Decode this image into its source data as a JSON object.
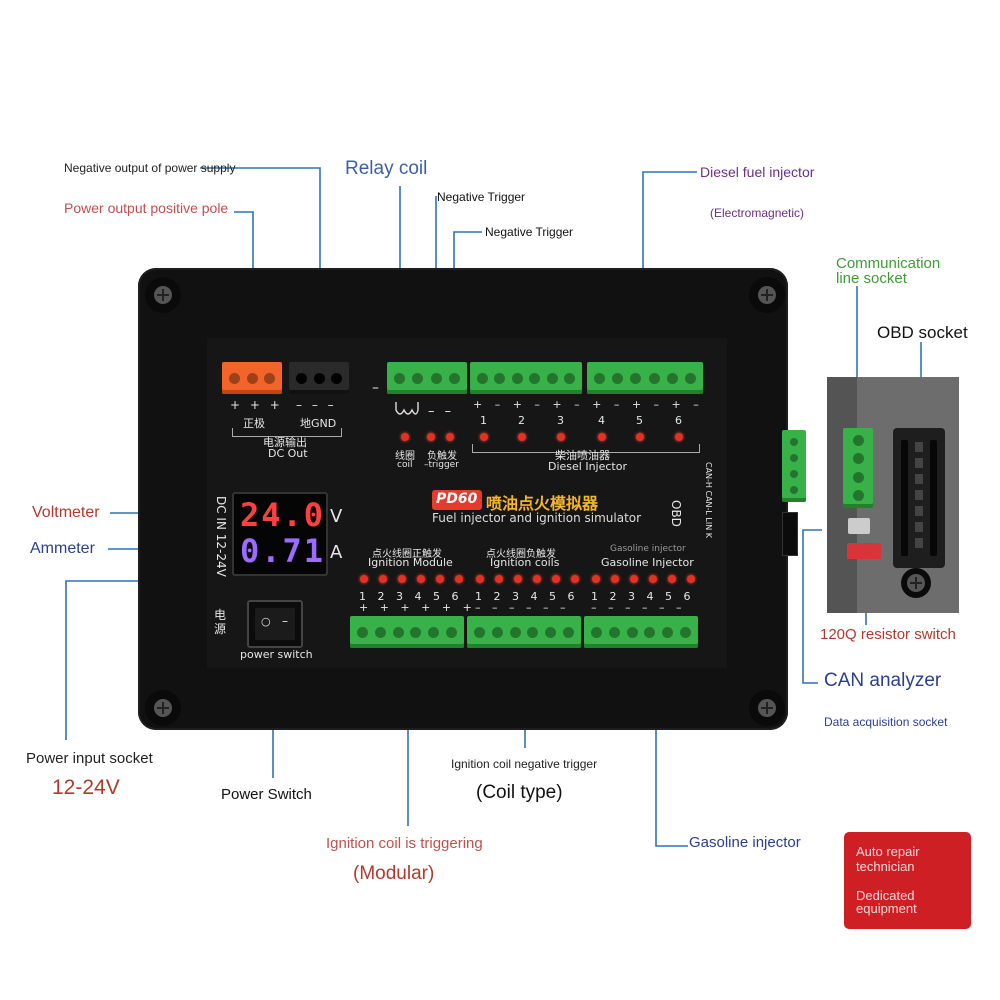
{
  "callouts": {
    "neg_output": "Negative output of power supply",
    "pos_output": "Power output positive pole",
    "relay_coil": "Relay coil",
    "neg_trigger_1": "Negative Trigger",
    "neg_trigger_2": "Negative Trigger",
    "diesel_injector": "Diesel fuel injector",
    "electromagnetic": "(Electromagnetic)",
    "comm_socket_line1": "Communication",
    "comm_socket_line2": "line socket",
    "obd_socket": "OBD socket",
    "voltmeter": "Voltmeter",
    "ammeter": "Ammeter",
    "resistor_switch": "120Q resistor switch",
    "can_analyzer": "CAN analyzer",
    "data_acq": "Data acquisition socket",
    "power_input": "Power input socket",
    "power_input_volt": "12-24V",
    "power_switch": "Power Switch",
    "ign_neg": "Ignition coil negative trigger",
    "coil_type": "(Coil type)",
    "ign_modular": "Ignition coil is triggering",
    "modular": "(Modular)",
    "gasoline_injector": "Gasoline injector"
  },
  "badge": {
    "line1": "Auto repair",
    "line2": "technician",
    "line3": "Dedicated",
    "line4": "equipment"
  },
  "device": {
    "model": "PD60",
    "title_cn": "喷油点火模拟器",
    "subtitle": "Fuel injector and ignition simulator",
    "volts": "24.0",
    "volt_unit": "V",
    "amps": "0.71",
    "amp_unit": "A",
    "dc_in": "DC IN 12-24V",
    "power_cn": "电源",
    "power_switch": "power switch",
    "pos_cn": "正极",
    "gnd": "地GND",
    "power_out_cn": "电源输出",
    "dc_out": "DC Out",
    "pos_signs": "+ + +",
    "neg_signs": "– – –",
    "coil_cn": "线圈",
    "coil": "coil",
    "trig_cn": "负触发",
    "trig": "–trigger",
    "diesel_cn": "柴油喷油器",
    "diesel": "Diesel Injector",
    "obd": "OBD",
    "can_labels": "CAN-H CAN-L LIN K",
    "ign_module_cn": "点火线圈正触发",
    "ign_module": "Ignition Module",
    "ign_coils_cn": "点火线圈负触发",
    "ign_coils": "Ignition coils",
    "gas_inj_cn": "Gasoline injector",
    "gas_inj": "Gasoline Injector",
    "nums": [
      "1",
      "2",
      "3",
      "4",
      "5",
      "6"
    ],
    "plus_minus_top": "+ – + – + – + – + – + –",
    "plus_row": "+ + + + + +",
    "minus_row": "– – – – – –"
  },
  "colors": {
    "connector_green": "#38b248",
    "connector_orange": "#f2642a",
    "led_red": "#e43222",
    "volt_display": "#ff4040",
    "amp_display": "#9b6cff",
    "badge_red": "#ce1f25"
  }
}
